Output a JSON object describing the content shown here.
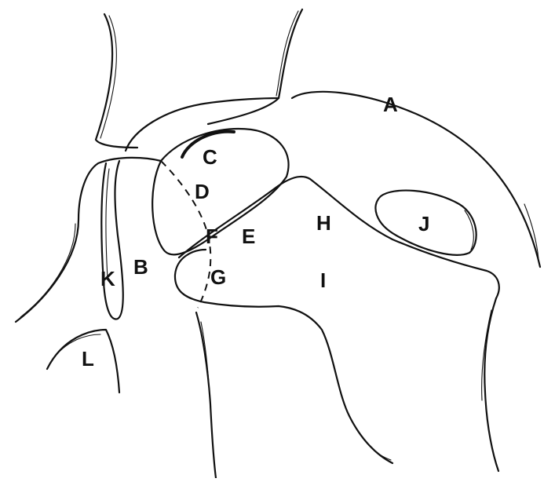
{
  "labels": {
    "A": "A",
    "B": "B",
    "C": "C",
    "D": "D",
    "E": "E",
    "F": "F",
    "G": "G",
    "H": "H",
    "I": "I",
    "J": "J",
    "K": "K",
    "L": "L"
  },
  "colors": {
    "line": "#111111",
    "background": "#ffffff"
  }
}
